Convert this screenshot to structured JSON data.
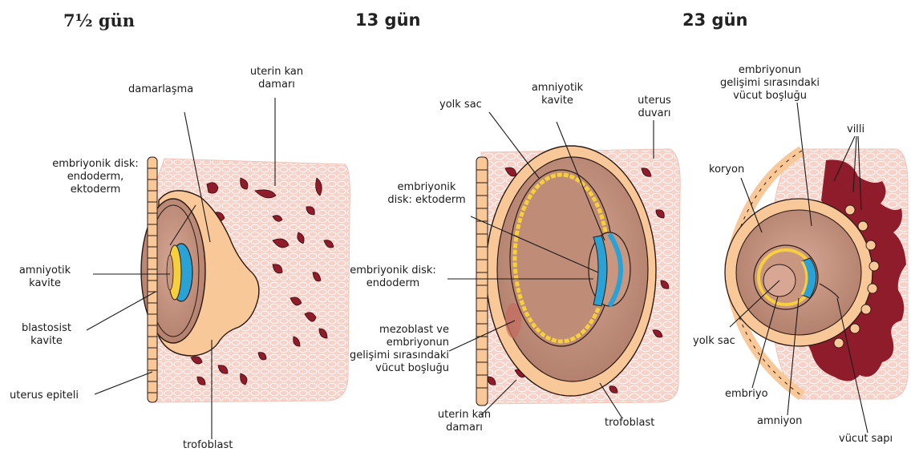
{
  "panels": [
    {
      "title": "7½ gün",
      "labels": {
        "damarlasma": "damarlaşma",
        "uterin_kan_damari": [
          "uterin kan",
          "damarı"
        ],
        "embriyonik_disk": [
          "embriyonik disk:",
          "endoderm,",
          "ektoderm"
        ],
        "amniyotik_kavite": [
          "amniyotik",
          "kavite"
        ],
        "blastosist_kavite": [
          "blastosist",
          "kavite"
        ],
        "uterus_epiteli": "uterus epiteli",
        "trofoblast": "trofoblast"
      }
    },
    {
      "title": "13 gün",
      "labels": {
        "yolk_sac": "yolk sac",
        "amniyotik_kavite": [
          "amniyotik",
          "kavite"
        ],
        "uterus_duvari": [
          "uterus",
          "duvarı"
        ],
        "embriyonik_disk_ektoderm": [
          "embriyonik",
          "disk: ektoderm"
        ],
        "embriyonik_disk_endoderm": [
          "embriyonik disk:",
          "endoderm"
        ],
        "mezoblast": [
          "mezoblast ve",
          "embriyonun",
          "gelişimi sırasındaki",
          "vücut boşluğu"
        ],
        "uterin_kan_damari": [
          "uterin kan",
          "damarı"
        ],
        "trofoblast": "trofoblast"
      }
    },
    {
      "title": "23 gün",
      "labels": {
        "vucut_boslugu": [
          "embriyonun",
          "gelişimi sırasındaki",
          "vücut boşluğu"
        ],
        "villi": "villi",
        "koryon": "koryon",
        "yolk_sac": "yolk sac",
        "embriyo": "embriyo",
        "amniyon": "amniyon",
        "vucut_sapi": "vücut sapı"
      }
    }
  ],
  "colors": {
    "tissue": "#f6d2c9",
    "trophoblast": "#f9c898",
    "vessel": "#8e1c2a",
    "cavity": "#c99680",
    "ectoderm": "#f6cf3f",
    "endoderm": "#2aa2d6",
    "outline": "#2b1a14"
  }
}
